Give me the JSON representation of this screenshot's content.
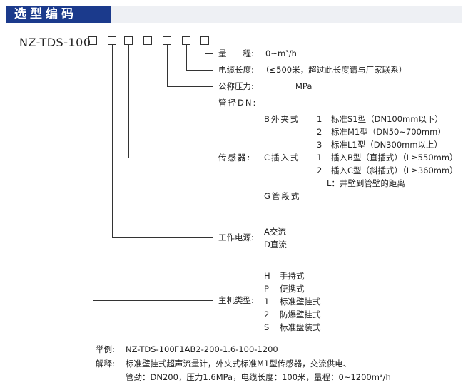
{
  "header": {
    "title": "选型编码"
  },
  "model_prefix": "NZ-TDS-100",
  "rows": {
    "flow": {
      "label": "量　　程:",
      "value": "0~m³/h"
    },
    "cable": {
      "label": "电缆长度:",
      "value": "（≤500米，超过此长度请与厂家联系）"
    },
    "pressure": {
      "label": "公称压力:",
      "value": "MPa"
    },
    "dn": {
      "label": "管径DN:"
    },
    "clamp": {
      "group": "B外夹式",
      "items": [
        {
          "num": "1",
          "text": "标准S1型（DN100mm以下）"
        },
        {
          "num": "2",
          "text": "标准M1型（DN50~700mm）"
        },
        {
          "num": "3",
          "text": "标准L1型（DN300mm以上）"
        }
      ]
    },
    "sensor": {
      "label": "传感器:",
      "group": "C插入式",
      "items": [
        {
          "num": "1",
          "text": "插入B型（直插式）（L≥550mm）"
        },
        {
          "num": "2",
          "text": "插入C型（斜插式）（L≥360mm）"
        }
      ],
      "note": "L：井壁到管壁的距离"
    },
    "pipe": {
      "group": "G管段式"
    },
    "power": {
      "label": "工作电源:",
      "items": [
        "A交流",
        "D直流"
      ]
    },
    "host": {
      "label": "主机类型:",
      "items": [
        {
          "code": "H",
          "text": "手持式"
        },
        {
          "code": "P",
          "text": "便携式"
        },
        {
          "code": "1",
          "text": "标准壁挂式"
        },
        {
          "code": "2",
          "text": "防爆壁挂式"
        },
        {
          "code": "S",
          "text": "标准盘装式"
        }
      ]
    }
  },
  "example": {
    "label": "举例:",
    "code": "NZ-TDS-100F1AB2-200-1.6-100-1200",
    "explain_label": "解释:",
    "explain_line1": "标准壁挂式超声流量计，外夹式标准M1型传感器，交流供电、",
    "explain_line2": "管劲：DN200，压力1.6MPa，电缆长度：100米，量程：0~1200m³/h"
  }
}
